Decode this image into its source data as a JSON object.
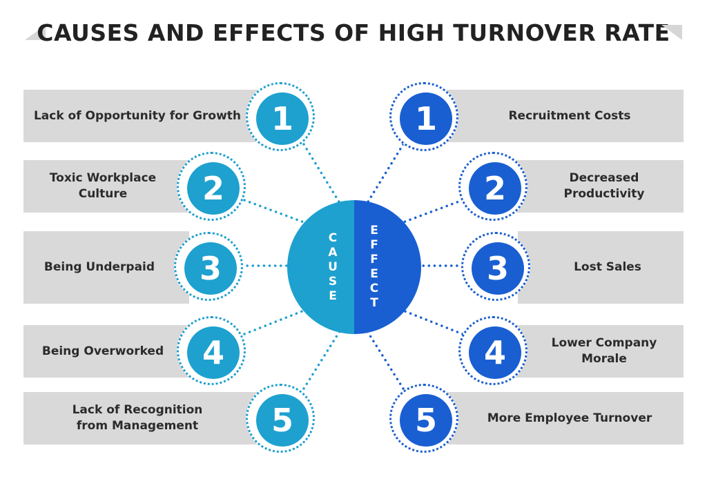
{
  "title": "CAUSES AND EFFECTS OF HIGH TURNOVER RATE",
  "hub": {
    "cause": "CAUSE",
    "effect": "EFFECT"
  },
  "causes": [
    {
      "num": "1",
      "label": "Lack of Opportunity for Growth"
    },
    {
      "num": "2",
      "label": "Toxic Workplace\nCulture"
    },
    {
      "num": "3",
      "label": "Being Underpaid"
    },
    {
      "num": "4",
      "label": "Being Overworked"
    },
    {
      "num": "5",
      "label": "Lack of Recognition\nfrom Management"
    }
  ],
  "effects": [
    {
      "num": "1",
      "label": "Recruitment Costs"
    },
    {
      "num": "2",
      "label": "Decreased\nProductivity"
    },
    {
      "num": "3",
      "label": "Lost Sales"
    },
    {
      "num": "4",
      "label": "Lower Company\nMorale"
    },
    {
      "num": "5",
      "label": "More Employee Turnover"
    }
  ],
  "colors": {
    "cause": "#1ea1cf",
    "effect": "#1a5fd2",
    "box": "#d9d9d9",
    "title": "#222222"
  }
}
